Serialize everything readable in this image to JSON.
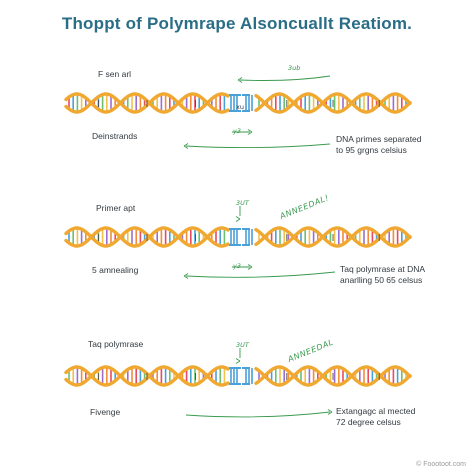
{
  "title": "Thoppt of Polymrape Alsoncuallt Reatiom.",
  "stages": [
    {
      "step_label": "F sen arl",
      "left_caption": "Deinstrands",
      "right_caption": "DNA primes separated\nto 95 grgns celsius",
      "top_note": "3ub",
      "gap_note": "xu",
      "small_note": "y3",
      "vertical_note": "",
      "angled_note": ""
    },
    {
      "step_label": "Primer apt",
      "left_caption": "5 amnealing",
      "right_caption": "Taq polymrase at DNA\nanarlling 50 65 celsus",
      "top_note": "",
      "gap_note": "",
      "small_note": "y3",
      "vertical_note": "3UT",
      "angled_note": "ANNEEDAL!"
    },
    {
      "step_label": "Taq polymrase",
      "left_caption": "Fivenge",
      "right_caption": "Extangagc al mected\n72 degree celsus",
      "top_note": "",
      "gap_note": "",
      "small_note": "",
      "vertical_note": "3UT",
      "angled_note": "ANNEEDAL"
    }
  ],
  "footer": "© Foootoot.com",
  "colors": {
    "title": "#2a6d86",
    "backbone": "#f0a830",
    "arrow": "#3a9a4e",
    "primer": "#4aa0d8",
    "rung_palette": [
      "#e84a5f",
      "#4aa0d8",
      "#6cc070",
      "#f2c14e",
      "#9b6fd0",
      "#f28c38"
    ]
  }
}
